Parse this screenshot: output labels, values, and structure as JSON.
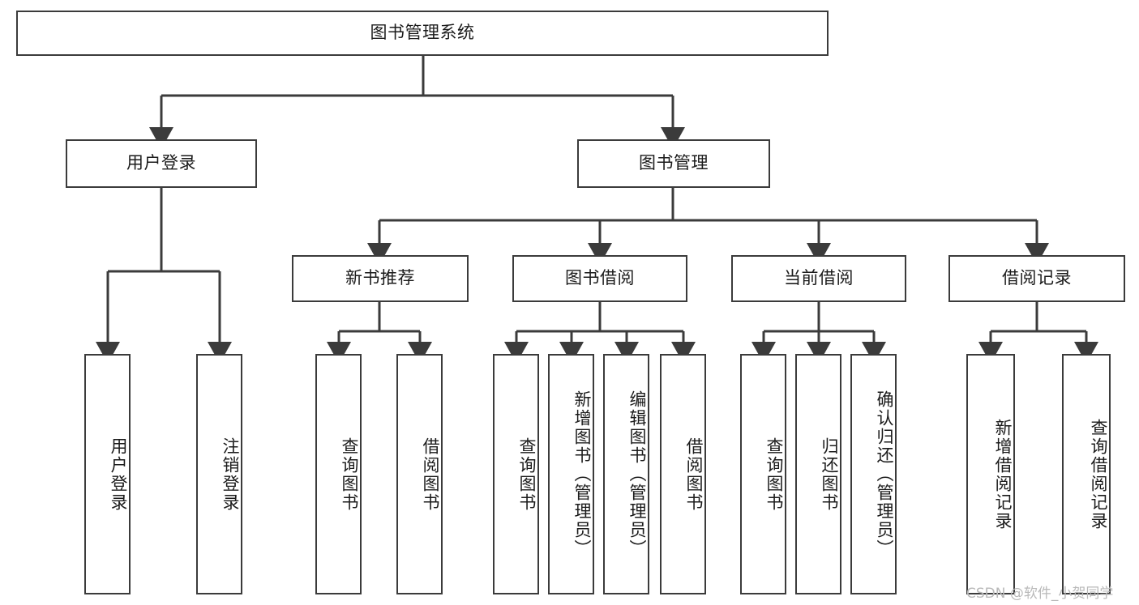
{
  "diagram": {
    "title": "图书管理系统",
    "root": {
      "label": "图书管理系统"
    },
    "level1": [
      {
        "label": "用户登录"
      },
      {
        "label": "图书管理"
      }
    ],
    "level2": [
      {
        "label": "新书推荐"
      },
      {
        "label": "图书借阅"
      },
      {
        "label": "当前借阅"
      },
      {
        "label": "借阅记录"
      }
    ],
    "leaves": {
      "user_login": [
        {
          "label": "用户登录"
        },
        {
          "label": "注销登录"
        }
      ],
      "new_book_recommend": [
        {
          "label": "查询图书"
        },
        {
          "label": "借阅图书"
        }
      ],
      "book_borrow": [
        {
          "label": "查询图书"
        },
        {
          "label": "新增图书（管理员）"
        },
        {
          "label": "编辑图书（管理员）"
        },
        {
          "label": "借阅图书"
        }
      ],
      "current_borrow": [
        {
          "label": "查询图书"
        },
        {
          "label": "归还图书"
        },
        {
          "label": "确认归还（管理员）"
        }
      ],
      "borrow_record": [
        {
          "label": "新增借阅记录"
        },
        {
          "label": "查询借阅记录"
        }
      ]
    }
  },
  "watermark": {
    "text": "CSDN @软件_小贺同学"
  },
  "colors": {
    "stroke": "#3b3b3b",
    "fill": "#ffffff",
    "text": "#1b1b1b",
    "watermark": "#b9b9b9"
  }
}
